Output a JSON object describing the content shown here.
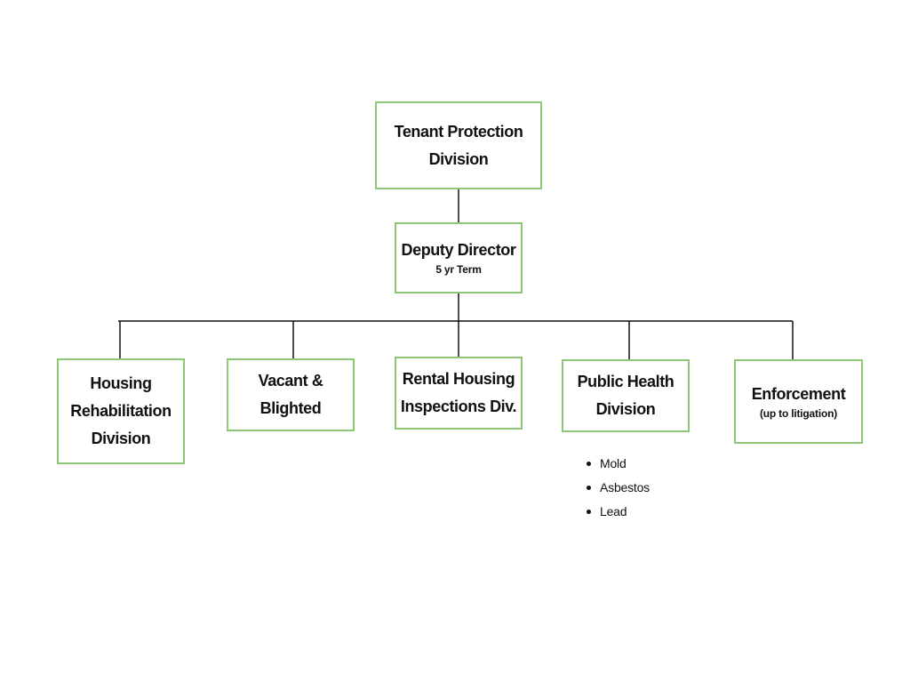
{
  "org_chart": {
    "root": {
      "title_line1": "Tenant Protection",
      "title_line2": "Division"
    },
    "deputy": {
      "title": "Deputy Director",
      "subtitle": "5 yr Term"
    },
    "divisions": [
      {
        "line1": "Housing",
        "line2": "Rehabilitation",
        "line3": "Division"
      },
      {
        "line1": "Vacant &",
        "line2": "Blighted"
      },
      {
        "line1": "Rental Housing",
        "line2": "Inspections Div."
      },
      {
        "line1": "Public Health",
        "line2": "Division",
        "items": [
          "Mold",
          "Asbestos",
          "Lead"
        ]
      },
      {
        "line1": "Enforcement",
        "sub": "(up to litigation)"
      }
    ]
  },
  "colors": {
    "box_border": "#8fc77a",
    "connector": "#111111",
    "text": "#111111"
  }
}
